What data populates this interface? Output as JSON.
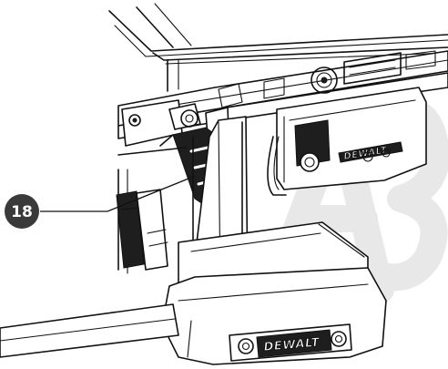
{
  "callout": {
    "number": "18",
    "badge_color": "#3a3a3a"
  },
  "brand": {
    "front_label": "DEWALT",
    "side_label": "DEWALT"
  },
  "watermark": {
    "text": "A3",
    "color": "#e8e8e8"
  }
}
